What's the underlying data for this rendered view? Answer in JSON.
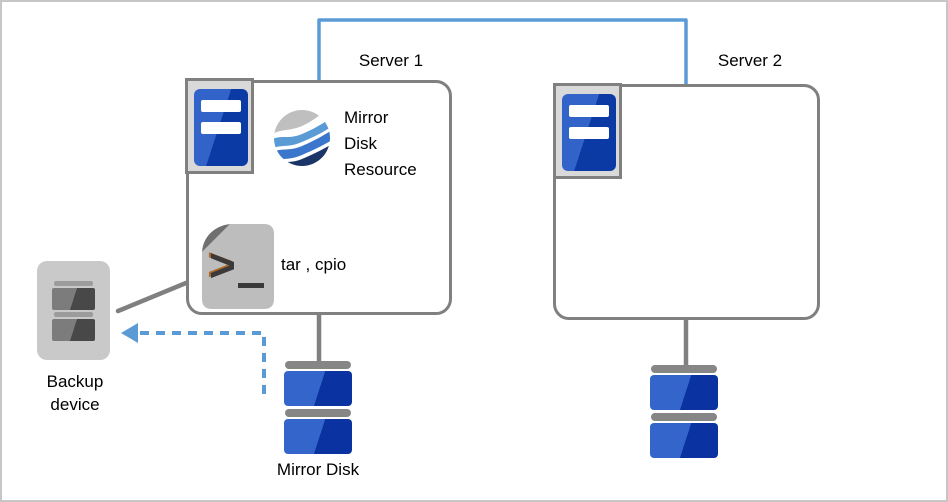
{
  "diagram": {
    "server1": {
      "label": "Server 1"
    },
    "server2": {
      "label": "Server 2"
    },
    "mirror_disk_resource": {
      "label": "Mirror Disk Resource"
    },
    "commands": {
      "label": "tar , cpio"
    },
    "mirror_disk": {
      "label": "Mirror Disk"
    },
    "backup_device": {
      "label": "Backup device"
    }
  },
  "icons": {
    "server_icon": "server-icon",
    "mirror_disk_resource_icon": "mirror-disk-resource-globe-icon",
    "script_file_icon": "script-file-icon",
    "backup_device_icon": "backup-device-icon",
    "disk_stack_icon": "disk-stack-icon",
    "arrow_icon": "dashed-arrow-left-icon"
  },
  "colors": {
    "connector_blue": "#5b9bd5",
    "line_gray": "#808080",
    "server_icon_blue_light": "#3163c9",
    "server_icon_blue_dark": "#0b3aa5",
    "disk_blue_light": "#3465cb",
    "disk_blue_dark": "#0a32a0",
    "resource_icon_gray": "#bfbfbf",
    "resource_icon_blue_light": "#5b9bd5",
    "resource_icon_blue_mid": "#3a76cb",
    "resource_icon_navy": "#1a3668",
    "script_page_gray": "#bdbdbd",
    "script_fold_gray": "#6f6f6f",
    "script_glyph_dark": "#3a3a3a",
    "script_glyph_accent": "#b06a28",
    "backup_body_gray": "#c9c9c9",
    "backup_platter_light": "#7c7c7c",
    "backup_platter_dark": "#484848",
    "border_gray": "#c6c6c6"
  }
}
